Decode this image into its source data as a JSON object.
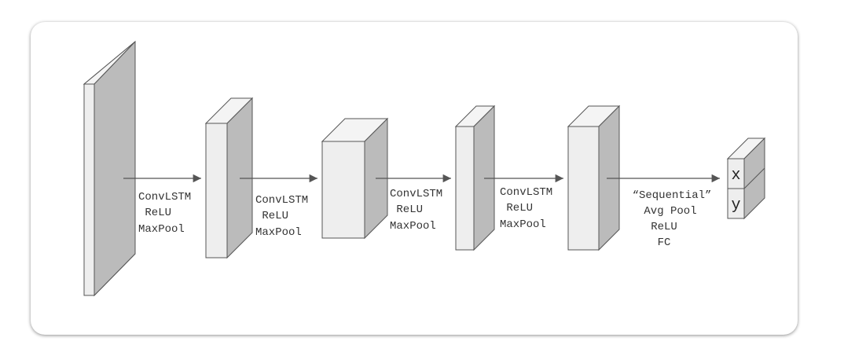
{
  "diagram": {
    "stages": [
      {
        "lines": [
          "ConvLSTM",
          " ReLU",
          "MaxPool"
        ]
      },
      {
        "lines": [
          "ConvLSTM",
          " ReLU",
          "MaxPool"
        ]
      },
      {
        "lines": [
          "ConvLSTM",
          " ReLU",
          "MaxPool"
        ]
      },
      {
        "lines": [
          "ConvLSTM",
          " ReLU",
          "MaxPool"
        ]
      },
      {
        "lines": [
          "“Sequential”",
          "Avg Pool",
          "ReLU",
          "FC"
        ]
      }
    ],
    "outputs": [
      "x",
      "y"
    ],
    "colors": {
      "front_face": "#eeeeee",
      "side_face": "#bbbbbb",
      "top_face": "#f4f4f4",
      "stroke": "#555555",
      "arrow": "#555555"
    }
  }
}
